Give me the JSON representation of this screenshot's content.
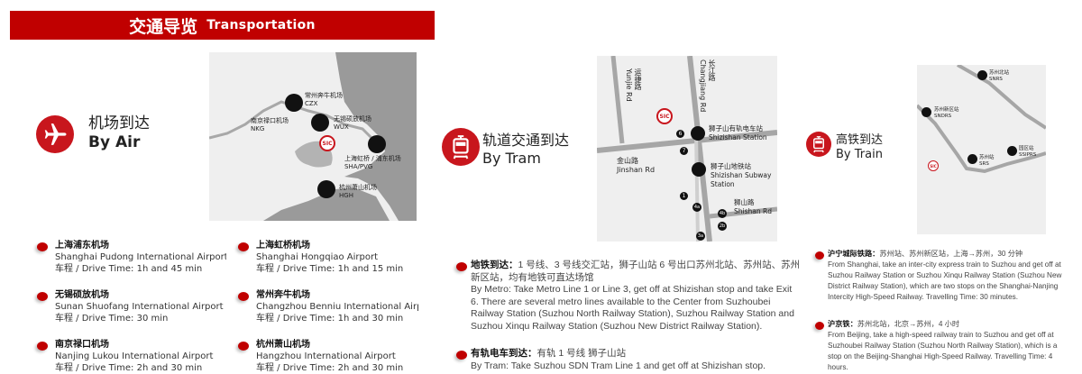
{
  "header": {
    "title_cn": "交通导览",
    "title_en": "Transportation"
  },
  "colors": {
    "brand_red": "#c00000",
    "map_bg": "#efefef",
    "map_road": "#a6a6a6"
  },
  "air": {
    "icon": "airplane-icon",
    "title_cn": "机场到达",
    "title_en": "By Air",
    "map_labels": {
      "czx_cn": "常州奔牛机场",
      "czx": "CZX",
      "wux_cn": "无锡硕放机场",
      "wux": "WUX",
      "nkg_cn": "南京禄口机场",
      "nkg": "NKG",
      "sha_cn": "上海虹桥 / 浦东机场",
      "sha": "SHA/PVG",
      "hgh_cn": "杭州萧山机场",
      "hgh": "HGH",
      "sic": "SIC"
    },
    "airports": [
      {
        "name_cn": "上海浦东机场",
        "name_en": "Shanghai Pudong International Airport",
        "drive": "车程 / Drive Time: 1h and 45 min"
      },
      {
        "name_cn": "上海虹桥机场",
        "name_en": "Shanghai Hongqiao Airport",
        "drive": "车程 / Drive Time: 1h and 15 min"
      },
      {
        "name_cn": "无锡硕放机场",
        "name_en": "Sunan Shuofang International Airport",
        "drive": "车程 / Drive Time: 30 min"
      },
      {
        "name_cn": "常州奔牛机场",
        "name_en": "Changzhou Benniu International Airport",
        "drive": "车程 / Drive Time: 1h and 30 min"
      },
      {
        "name_cn": "南京禄口机场",
        "name_en": "Nanjing Lukou International Airport",
        "drive": "车程 / Drive Time: 2h and 30 min"
      },
      {
        "name_cn": "杭州萧山机场",
        "name_en": "Hangzhou International Airport",
        "drive": "车程 / Drive Time: 2h and 30 min"
      }
    ]
  },
  "tram": {
    "icon": "tram-icon",
    "title_cn": "轨道交通到达",
    "title_en": "By Tram",
    "map_labels": {
      "yunjie_cn": "运捷路",
      "yunjie": "Yunjie Rd",
      "changjiang_cn": "长江路",
      "changjiang": "Changjiang Rd",
      "tram_station_cn": "狮子山有轨电车站",
      "tram_station": "Shizishan Station",
      "jinshan_cn": "金山路",
      "jinshan": "Jinshan Rd",
      "subway_cn": "狮子山地铁站",
      "subway": "Shizishan Subway",
      "subway2": "Station",
      "shishan_cn": "狮山路",
      "shishan": "Shishan Rd",
      "exit6": "6",
      "exit7": "7",
      "exit1": "1",
      "exit4a": "4a",
      "exit4b": "4b",
      "exit2b": "2b",
      "exit3a": "3a",
      "sic": "SIC"
    },
    "metro_label": "地铁到达：",
    "metro_cn": "1 号线、3 号线交汇站，狮子山站 6 号出口苏州北站、苏州站、苏州新区站，均有地铁可直达场馆",
    "metro_en": "By Metro: Take Metro Line 1 or Line 3, get off at Shizishan stop and take Exit 6. There are several metro lines available to the Center from Suzhoubei Railway Station (Suzhou North Railway Station), Suzhou Railway Station and Suzhou Xinqu Railway Station (Suzhou New District Railway Station).",
    "tram_label": "有轨电车到达：",
    "tram_cn": "有轨 1 号线 狮子山站",
    "tram_en": "By Tram: Take Suzhou SDN Tram Line 1 and get off at Shizishan stop."
  },
  "train": {
    "icon": "train-icon",
    "title_cn": "高铁到达",
    "title_en": "By Train",
    "map_labels": {
      "snrs_cn": "苏州北站",
      "snrs": "SNRS",
      "sndrs_cn": "苏州新区站",
      "sndrs": "SNDRS",
      "srs_cn": "苏州站",
      "srs": "SRS",
      "ssiprs_cn": "园区站",
      "ssiprs": "SSIPRS",
      "sic": "SIC"
    },
    "r1_label": "沪宁城际铁路：",
    "r1_cn": "苏州站、苏州新区站，上海→苏州，30 分钟",
    "r1_en": "From Shanghai, take an inter-city express train to Suzhou and get off at Suzhou Railway Station or Suzhou Xinqu Railway Station (Suzhou New District Railway Station), which are two stops on the Shanghai-Nanjing Intercity High-Speed Railway. Travelling Time: 30 minutes.",
    "r2_label": "沪京铁：",
    "r2_cn": "苏州北站，北京→苏州，4 小时",
    "r2_en": "From Beijing, take a high-speed railway train to Suzhou and get off at Suzhoubei Railway Station (Suzhou North Railway Station), which is a stop on the Beijing-Shanghai High-Speed Railway. Travelling Time: 4 hours."
  }
}
